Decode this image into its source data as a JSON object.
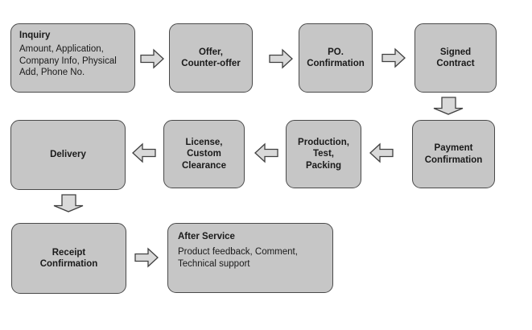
{
  "colors": {
    "background": "#ffffff",
    "box_fill": "#c6c6c6",
    "box_border": "#4a4a4a",
    "arrow_fill": "#d9d9d9",
    "arrow_border": "#404040",
    "text": "#1a1a1a"
  },
  "icons": {
    "right_arrow": "block-arrow-right",
    "left_arrow": "block-arrow-left",
    "down_arrow": "block-arrow-down"
  },
  "nodes": {
    "inquiry": {
      "title": "Inquiry",
      "body": "Amount, Application,\nCompany Info, Physical\nAdd, Phone No."
    },
    "offer": {
      "label": "Offer,\nCounter-offer"
    },
    "po_confirmation": {
      "label": "PO.\nConfirmation"
    },
    "signed_contract": {
      "label": "Signed\nContract"
    },
    "payment_confirmation": {
      "label": "Payment\nConfirmation"
    },
    "production": {
      "label": "Production,\nTest,\nPacking"
    },
    "license": {
      "label": "License,\nCustom\nClearance"
    },
    "delivery": {
      "label": "Delivery"
    },
    "receipt_confirmation": {
      "label": "Receipt\nConfirmation"
    },
    "after_service": {
      "title": "After Service",
      "body": "Product feedback, Comment,\nTechnical support"
    }
  }
}
